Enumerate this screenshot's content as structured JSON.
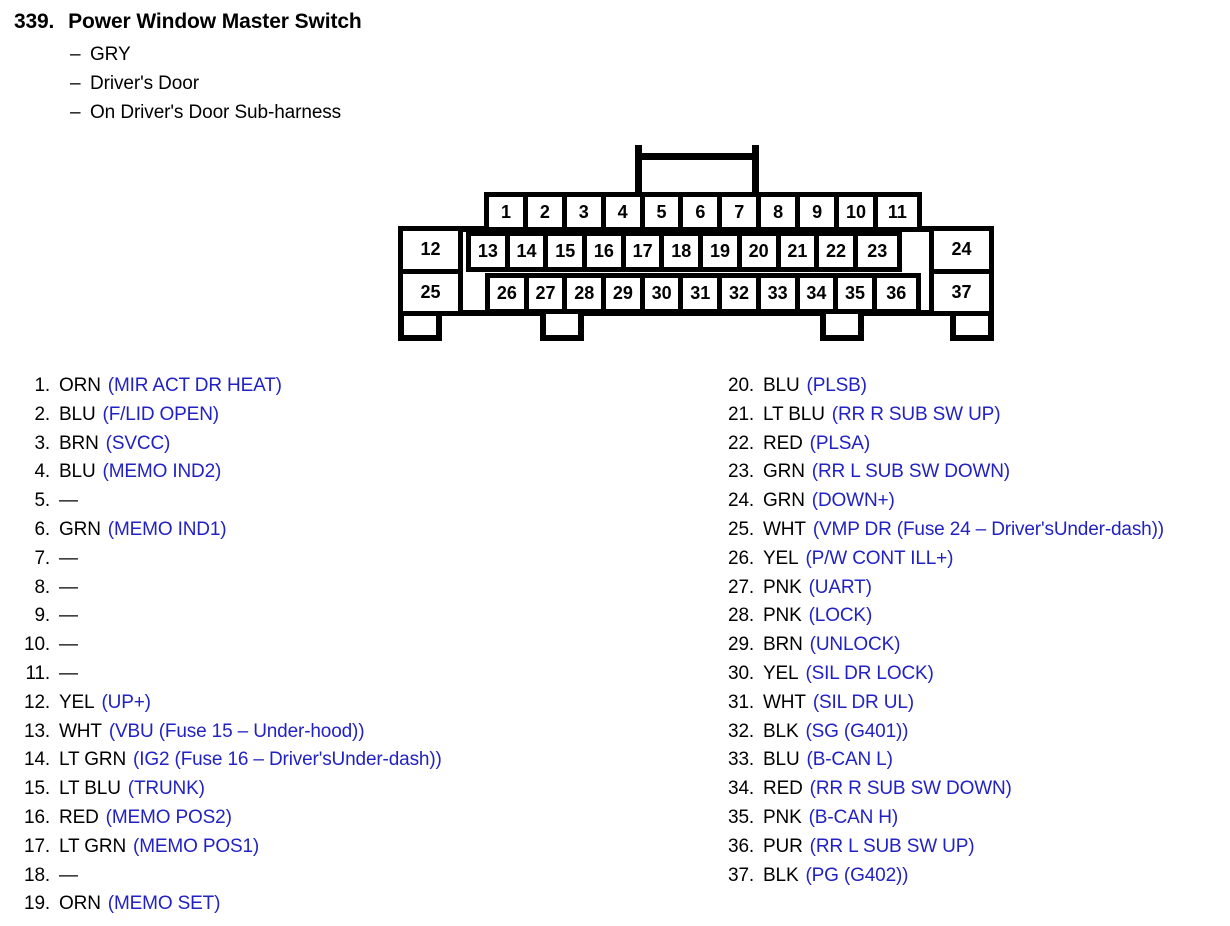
{
  "header": {
    "number": "339.",
    "title": "Power Window Master Switch",
    "subtitles": [
      "GRY",
      "Driver's Door",
      "On Driver's Door Sub-harness"
    ],
    "dash": "–"
  },
  "connector": {
    "top_row_pins": [
      "1",
      "2",
      "3",
      "4",
      "5",
      "6",
      "7",
      "8",
      "9",
      "10",
      "11"
    ],
    "left_column_pins": [
      "12",
      "25"
    ],
    "middle_row_pins": [
      "13",
      "14",
      "15",
      "16",
      "17",
      "18",
      "19",
      "20",
      "21",
      "22",
      "23"
    ],
    "bottom_row_pins": [
      "26",
      "27",
      "28",
      "29",
      "30",
      "31",
      "32",
      "33",
      "34",
      "35",
      "36"
    ],
    "right_column_pins": [
      "24",
      "37"
    ],
    "mount_tab_count": 4
  },
  "colors": {
    "circuit_text": "#2222c4",
    "outline": "#000000",
    "background": "#ffffff"
  },
  "pins_left": [
    {
      "num": "1.",
      "color": "ORN",
      "circuit": "(MIR ACT DR HEAT)"
    },
    {
      "num": "2.",
      "color": "BLU",
      "circuit": "(F/LID OPEN)"
    },
    {
      "num": "3.",
      "color": "BRN",
      "circuit": "(SVCC)"
    },
    {
      "num": "4.",
      "color": "BLU",
      "circuit": "(MEMO IND2)"
    },
    {
      "num": "5.",
      "color": "—",
      "circuit": ""
    },
    {
      "num": "6.",
      "color": "GRN",
      "circuit": "(MEMO IND1)"
    },
    {
      "num": "7.",
      "color": "—",
      "circuit": ""
    },
    {
      "num": "8.",
      "color": "—",
      "circuit": ""
    },
    {
      "num": "9.",
      "color": "—",
      "circuit": ""
    },
    {
      "num": "10.",
      "color": "—",
      "circuit": ""
    },
    {
      "num": "11.",
      "color": "—",
      "circuit": ""
    },
    {
      "num": "12.",
      "color": "YEL",
      "circuit": "(UP+)"
    },
    {
      "num": "13.",
      "color": "WHT",
      "circuit": "(VBU (Fuse 15 – Under-hood))"
    },
    {
      "num": "14.",
      "color": "LT GRN",
      "circuit": "(IG2 (Fuse 16 – Driver'sUnder-dash))"
    },
    {
      "num": "15.",
      "color": "LT BLU",
      "circuit": "(TRUNK)"
    },
    {
      "num": "16.",
      "color": "RED",
      "circuit": "(MEMO POS2)"
    },
    {
      "num": "17.",
      "color": "LT GRN",
      "circuit": "(MEMO POS1)"
    },
    {
      "num": "18.",
      "color": "—",
      "circuit": ""
    },
    {
      "num": "19.",
      "color": "ORN",
      "circuit": "(MEMO SET)"
    }
  ],
  "pins_right": [
    {
      "num": "20.",
      "color": "BLU",
      "circuit": "(PLSB)"
    },
    {
      "num": "21.",
      "color": "LT BLU",
      "circuit": "(RR R SUB SW UP)"
    },
    {
      "num": "22.",
      "color": "RED",
      "circuit": "(PLSA)"
    },
    {
      "num": "23.",
      "color": "GRN",
      "circuit": "(RR L SUB SW DOWN)"
    },
    {
      "num": "24.",
      "color": "GRN",
      "circuit": "(DOWN+)"
    },
    {
      "num": "25.",
      "color": "WHT",
      "circuit": "(VMP DR (Fuse 24 – Driver'sUnder-dash))"
    },
    {
      "num": "26.",
      "color": "YEL",
      "circuit": "(P/W CONT ILL+)"
    },
    {
      "num": "27.",
      "color": "PNK",
      "circuit": "(UART)"
    },
    {
      "num": "28.",
      "color": "PNK",
      "circuit": "(LOCK)"
    },
    {
      "num": "29.",
      "color": "BRN",
      "circuit": "(UNLOCK)"
    },
    {
      "num": "30.",
      "color": "YEL",
      "circuit": "(SIL DR LOCK)"
    },
    {
      "num": "31.",
      "color": "WHT",
      "circuit": "(SIL DR UL)"
    },
    {
      "num": "32.",
      "color": "BLK",
      "circuit": "(SG (G401))"
    },
    {
      "num": "33.",
      "color": "BLU",
      "circuit": "(B-CAN L)"
    },
    {
      "num": "34.",
      "color": "RED",
      "circuit": "(RR R SUB SW DOWN)"
    },
    {
      "num": "35.",
      "color": "PNK",
      "circuit": "(B-CAN H)"
    },
    {
      "num": "36.",
      "color": "PUR",
      "circuit": "(RR L SUB SW UP)"
    },
    {
      "num": "37.",
      "color": "BLK",
      "circuit": "(PG (G402))"
    }
  ]
}
